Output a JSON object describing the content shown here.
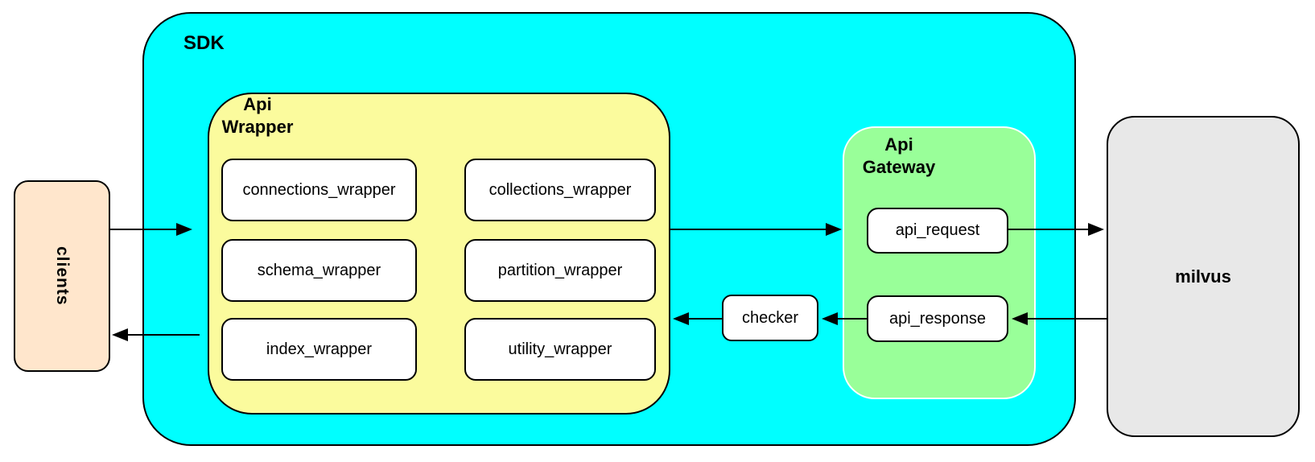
{
  "diagram": {
    "clients": {
      "label": "clients",
      "color": "#FFE6CC"
    },
    "sdk": {
      "label": "SDK",
      "color": "#00FFFF"
    },
    "api_wrapper": {
      "label": [
        "Api",
        "Wrapper"
      ],
      "color": "#FBFB9D",
      "boxes": [
        "connections_wrapper",
        "collections_wrapper",
        "schema_wrapper",
        "partition_wrapper",
        "index_wrapper",
        "utility_wrapper"
      ]
    },
    "checker": {
      "label": "checker"
    },
    "api_gateway": {
      "label": [
        "Api",
        "Gateway"
      ],
      "color": "#99FF99",
      "boxes": [
        "api_request",
        "api_response"
      ]
    },
    "milvus": {
      "label": "milvus",
      "color": "#E8E8E8"
    }
  }
}
